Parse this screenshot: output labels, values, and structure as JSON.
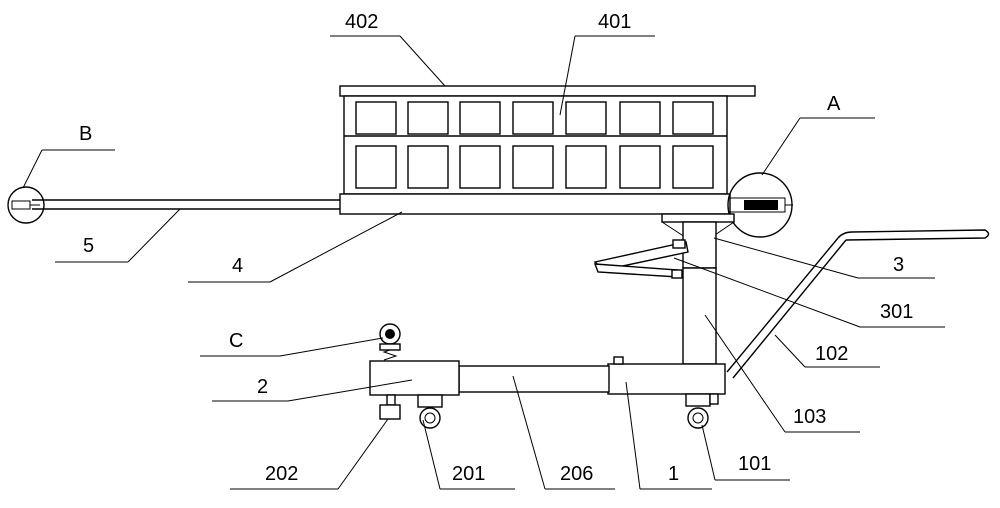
{
  "labels": {
    "l402": "402",
    "l401": "401",
    "lA": "A",
    "lB": "B",
    "l5": "5",
    "l4": "4",
    "l3": "3",
    "l301": "301",
    "l102": "102",
    "l103": "103",
    "lC": "C",
    "l2": "2",
    "l202": "202",
    "l201": "201",
    "l206": "206",
    "l1": "1",
    "l101": "101"
  }
}
